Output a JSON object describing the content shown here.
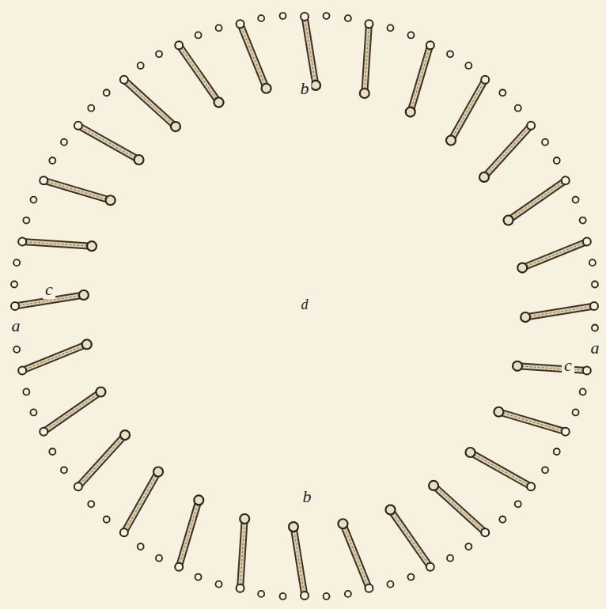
{
  "diagram": {
    "labels": [
      "b",
      "c",
      "d",
      "a",
      "a",
      "c",
      "b"
    ]
  }
}
